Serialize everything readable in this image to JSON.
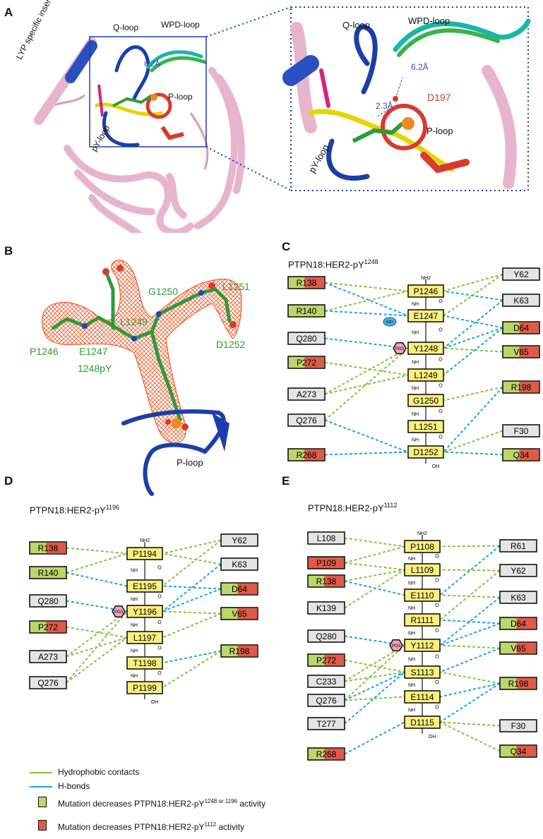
{
  "panels": {
    "a": "A",
    "b": "B",
    "c": "C",
    "d": "D",
    "e": "E"
  },
  "panel_a": {
    "lyp": "LYP specific insert",
    "q_loop": "Q-loop",
    "wpd_loop": "WPD-loop",
    "p_loop": "P-loop",
    "py_loop": "pY-loop",
    "dist1": "6.2Å",
    "zoom_q_loop": "Q-loop",
    "zoom_wpd_loop": "WPD-loop",
    "zoom_dist1": "6.2Å",
    "zoom_dist2": "2.3Å",
    "zoom_d197": "D197",
    "zoom_p_loop": "P-loop",
    "zoom_py_loop": "pY-loop"
  },
  "panel_b": {
    "g1250": "G1250",
    "l1251": "L1251",
    "l1249": "L1249",
    "p1246": "P1246",
    "e1247": "E1247",
    "d1252": "D1252",
    "py1248": "1248pY",
    "p_loop": "P-loop"
  },
  "panel_c": {
    "title_main": "PTPN18:HER2-pY",
    "title_sup": "1248",
    "left": [
      {
        "id": "R138",
        "a": "R1",
        "b": "38",
        "color": "split"
      },
      {
        "id": "R140",
        "a": "R140",
        "b": "",
        "color": "green"
      },
      {
        "id": "Q280",
        "a": "Q280",
        "b": "",
        "color": "gray"
      },
      {
        "id": "P272",
        "a": "P",
        "b": "272",
        "color": "split"
      },
      {
        "id": "A273",
        "a": "A273",
        "b": "",
        "color": "gray"
      },
      {
        "id": "Q276",
        "a": "Q276",
        "b": "",
        "color": "gray"
      },
      {
        "id": "R268",
        "a": "R",
        "b": "268",
        "color": "split"
      }
    ],
    "center": [
      "P1246",
      "E1247",
      "Y1248",
      "L1249",
      "G1250",
      "L1251",
      "D1252"
    ],
    "right": [
      {
        "id": "Y62",
        "a": "Y62",
        "b": "",
        "color": "gray"
      },
      {
        "id": "K63",
        "a": "K63",
        "b": "",
        "color": "gray"
      },
      {
        "id": "D64",
        "a": "D",
        "b": "64",
        "color": "split"
      },
      {
        "id": "V65",
        "a": "V",
        "b": "65",
        "color": "split"
      },
      {
        "id": "R198",
        "a": "R1",
        "b": "98",
        "color": "split"
      },
      {
        "id": "F30",
        "a": "F30",
        "b": "",
        "color": "gray"
      },
      {
        "id": "Q34",
        "a": "Q",
        "b": "34",
        "color": "split"
      }
    ]
  },
  "panel_d": {
    "title_main": "PTPN18:HER2-pY",
    "title_sup": "1196",
    "left": [
      {
        "id": "R138",
        "a": "R1",
        "b": "38",
        "color": "split"
      },
      {
        "id": "R140",
        "a": "R140",
        "b": "",
        "color": "green"
      },
      {
        "id": "Q280",
        "a": "Q280",
        "b": "",
        "color": "gray"
      },
      {
        "id": "P272",
        "a": "P",
        "b": "272",
        "color": "split"
      },
      {
        "id": "A273",
        "a": "A273",
        "b": "",
        "color": "gray"
      },
      {
        "id": "Q276",
        "a": "Q276",
        "b": "",
        "color": "gray"
      }
    ],
    "center": [
      "P1194",
      "E1195",
      "Y1196",
      "L1197",
      "T1198",
      "P1199"
    ],
    "right": [
      {
        "id": "Y62",
        "a": "Y62",
        "b": "",
        "color": "gray"
      },
      {
        "id": "K63",
        "a": "K63",
        "b": "",
        "color": "gray"
      },
      {
        "id": "D64",
        "a": "D",
        "b": "64",
        "color": "split"
      },
      {
        "id": "V65",
        "a": "V",
        "b": "65",
        "color": "split"
      },
      {
        "id": "R198",
        "a": "R1",
        "b": "98",
        "color": "split"
      }
    ]
  },
  "panel_e": {
    "title_main": "PTPN18:HER2-pY",
    "title_sup": "1112",
    "left": [
      {
        "id": "L108",
        "a": "L108",
        "b": "",
        "color": "gray"
      },
      {
        "id": "P109",
        "a": "P109",
        "b": "",
        "color": "red"
      },
      {
        "id": "R138",
        "a": "R1",
        "b": "38",
        "color": "split"
      },
      {
        "id": "K139",
        "a": "K139",
        "b": "",
        "color": "gray"
      },
      {
        "id": "Q280",
        "a": "Q280",
        "b": "",
        "color": "gray"
      },
      {
        "id": "P272",
        "a": "P",
        "b": "272",
        "color": "split"
      },
      {
        "id": "C233",
        "a": "C233",
        "b": "",
        "color": "gray"
      },
      {
        "id": "Q276",
        "a": "Q276",
        "b": "",
        "color": "gray"
      },
      {
        "id": "T277",
        "a": "T277",
        "b": "",
        "color": "gray"
      },
      {
        "id": "R268",
        "a": "R",
        "b": "268",
        "color": "split"
      }
    ],
    "center": [
      "P1108",
      "L1109",
      "E1110",
      "R1111",
      "Y1112",
      "S1113",
      "E1114",
      "D1115"
    ],
    "right": [
      {
        "id": "R61",
        "a": "R61",
        "b": "",
        "color": "gray"
      },
      {
        "id": "Y62",
        "a": "Y62",
        "b": "",
        "color": "gray"
      },
      {
        "id": "K63",
        "a": "K63",
        "b": "",
        "color": "gray"
      },
      {
        "id": "D64",
        "a": "D",
        "b": "64",
        "color": "split"
      },
      {
        "id": "V65",
        "a": "V",
        "b": "65",
        "color": "split"
      },
      {
        "id": "R198",
        "a": "R1",
        "b": "98",
        "color": "split"
      },
      {
        "id": "F30",
        "a": "F30",
        "b": "",
        "color": "gray"
      },
      {
        "id": "Q34",
        "a": "Q",
        "b": "34",
        "color": "split"
      }
    ]
  },
  "chem": {
    "nh2": "NH2",
    "nh": "NH",
    "o": "O",
    "oh": "OH",
    "po3": "PO3",
    "h2o": "H2O"
  },
  "legend": {
    "hydrophobic": "Hydrophobic contacts",
    "hbonds": "H-bonds",
    "green_text_main": "Mutation decreases PTPN18:HER2-pY",
    "green_text_sup": "1248 or 1196",
    "green_text_tail": " activity",
    "red_text_main": "Mutation decreases PTPN18:HER2-pY",
    "red_text_sup": "1112",
    "red_text_tail": " activity"
  },
  "colors": {
    "green": "#bcd66a",
    "red": "#e05a48",
    "gray": "#e4e4e4",
    "yellow": "#fbf07c",
    "hydrophobic": "#86c23c",
    "hbond": "#1aa3dc",
    "blue": "#1b3ea8",
    "pink": "#e8b4cc"
  }
}
